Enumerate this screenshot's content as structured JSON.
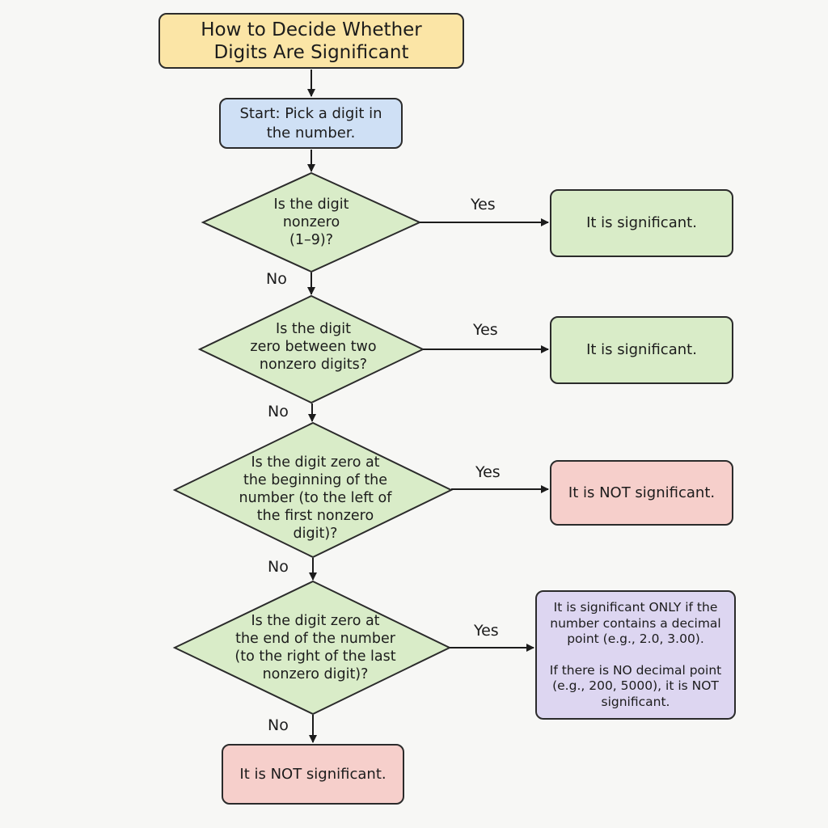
{
  "title": {
    "line1": "How to Decide Whether",
    "line2": "Digits Are Significant"
  },
  "start": {
    "line1": "Start: Pick a digit in",
    "line2": "the number."
  },
  "decisions": [
    {
      "lines": [
        "Is the digit",
        "nonzero",
        "(1–9)?"
      ]
    },
    {
      "lines": [
        "Is the digit",
        "zero between two",
        "nonzero digits?"
      ]
    },
    {
      "lines": [
        "Is the digit zero at",
        "the beginning of the",
        "number (to the left of",
        "the first nonzero",
        "digit)?"
      ]
    },
    {
      "lines": [
        "Is the digit zero at",
        "the end of the number",
        "(to the right of the last",
        "nonzero digit)?"
      ]
    }
  ],
  "outcomes": {
    "significant_1": "It is significant.",
    "significant_2": "It is significant.",
    "not_significant_leading": "It is NOT significant.",
    "trailing_rule": {
      "line1": "It is significant ONLY if the",
      "line2": "number contains a decimal",
      "line3": "point (e.g., 2.0, 3.00).",
      "line4": "If there is NO decimal point",
      "line5": "(e.g., 200, 5000), it is NOT",
      "line6": "significant."
    },
    "not_significant_final": "It is NOT significant."
  },
  "edge_labels": {
    "yes": "Yes",
    "no": "No"
  },
  "colors": {
    "title_fill": "#fbe5a6",
    "start_fill": "#cfe0f5",
    "decision_fill": "#d9ecc8",
    "significant_fill": "#d9ecc8",
    "not_significant_fill": "#f6cfcb",
    "conditional_fill": "#ddd6f1",
    "stroke": "#2b2b2b"
  }
}
